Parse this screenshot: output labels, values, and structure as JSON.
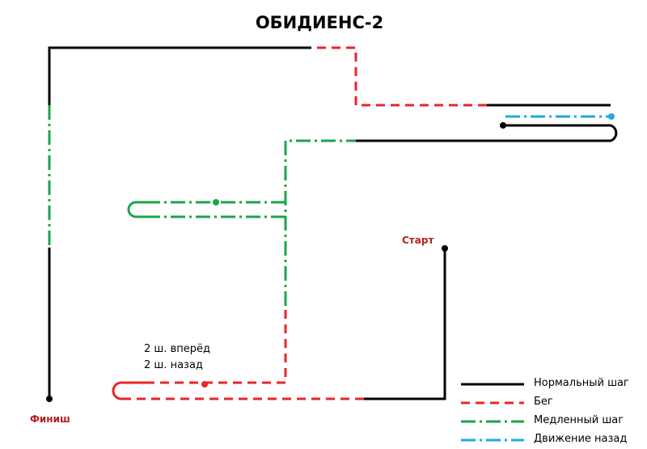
{
  "title": "ОБИДИЕНС-2",
  "labels": {
    "start": "Старт",
    "finish": "Финиш",
    "forward": "2 ш. вперёд",
    "back": "2 ш. назад"
  },
  "legend": [
    {
      "text": "Нормальный шаг",
      "style": "normal"
    },
    {
      "text": "Бег",
      "style": "run"
    },
    {
      "text": "Медленный шаг",
      "style": "slow"
    },
    {
      "text": "Движение назад",
      "style": "backward"
    }
  ],
  "colors": {
    "normal": "#000000",
    "run": "#e8262a",
    "slow": "#1aa54a",
    "backward": "#21a8e0",
    "label_red": "#b22222"
  }
}
